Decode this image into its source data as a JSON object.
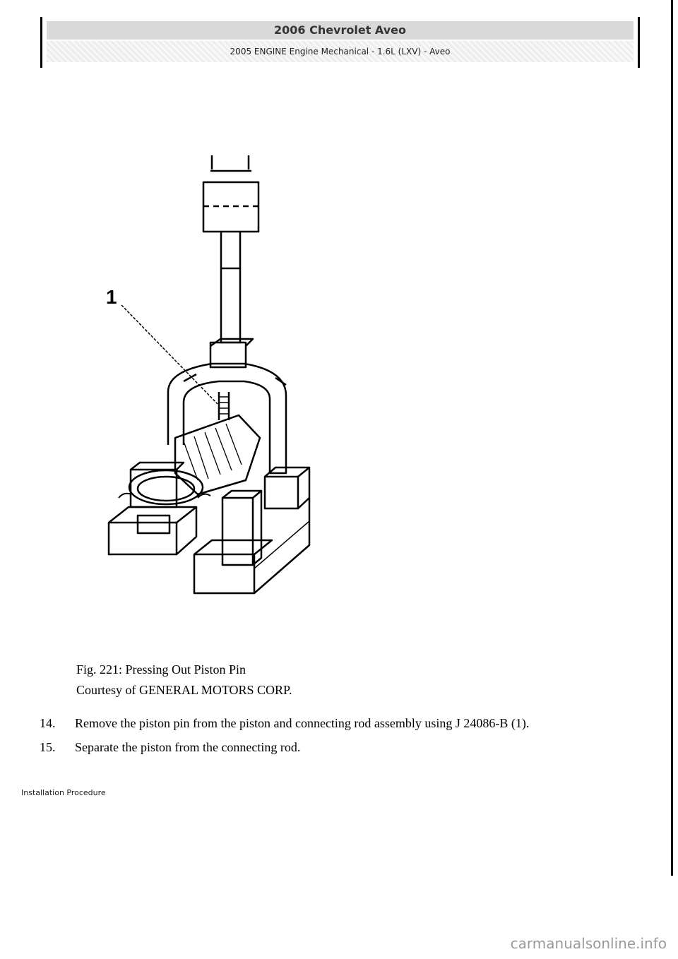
{
  "header": {
    "title": "2006 Chevrolet Aveo",
    "subtitle": "2005 ENGINE Engine Mechanical - 1.6L (LXV) - Aveo"
  },
  "figure": {
    "callout": "1",
    "caption": "Fig. 221: Pressing Out Piston Pin",
    "courtesy": "Courtesy of GENERAL MOTORS CORP."
  },
  "steps": [
    {
      "num": "14.",
      "text": "Remove the piston pin from the piston and connecting rod assembly using J 24086-B (1)."
    },
    {
      "num": "15.",
      "text": "Separate the piston from the connecting rod."
    }
  ],
  "footer": {
    "section": "Installation Procedure"
  },
  "watermark": "carmanualsonline.info"
}
